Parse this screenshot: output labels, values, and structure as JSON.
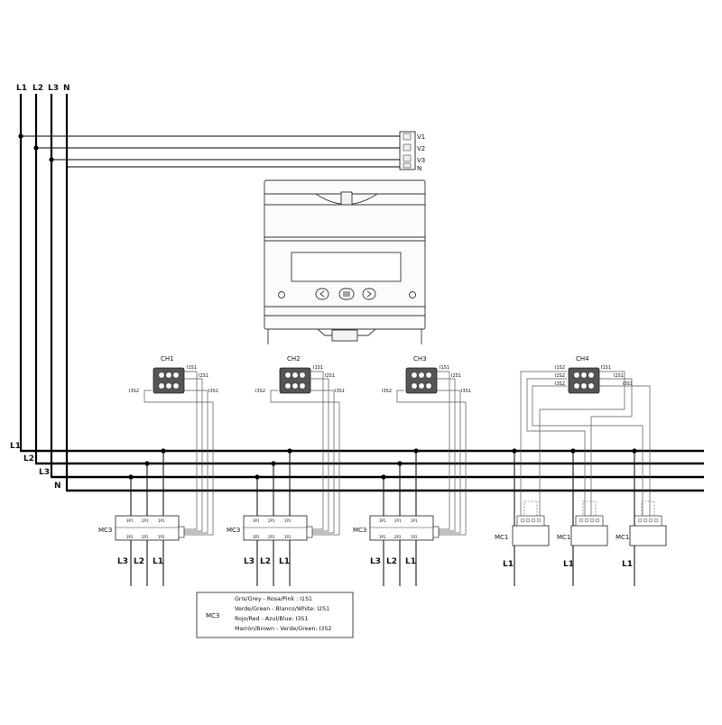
{
  "bus_labels_top": [
    "L1",
    "L2",
    "L3",
    "N"
  ],
  "bus_labels_left": [
    "L1",
    "L2",
    "L3",
    "N"
  ],
  "voltage_terminals": [
    "V1",
    "V2",
    "V3",
    "N"
  ],
  "channels": {
    "ch1": {
      "title": "CH1",
      "i1s1": "I1S1",
      "i2s1": "I2S1",
      "i3s1": "I3S1",
      "i3s2": "I3S2"
    },
    "ch2": {
      "title": "CH2",
      "i1s1": "I1S1",
      "i2s1": "I2S1",
      "i3s1": "I3S1",
      "i3s2": "I3S2"
    },
    "ch3": {
      "title": "CH3",
      "i1s1": "I1S1",
      "i2s1": "I2S1",
      "i3s1": "I3S1",
      "i3s2": "I3S2"
    },
    "ch4": {
      "title": "CH4",
      "i1s2": "I1S2",
      "i2s2": "I2S2",
      "i3s2": "I3S2",
      "i1s1": "I1S1",
      "i2s1": "I2S1",
      "i3s1": "I3S1"
    }
  },
  "mc3": {
    "label": "MC3",
    "top_pins": [
      "3P1",
      "2P1",
      "1P1"
    ],
    "bottom_pins": [
      "3P2",
      "2P2",
      "1P2"
    ],
    "phases": [
      "L3",
      "L2",
      "L1"
    ]
  },
  "mc1": {
    "label": "MC1",
    "phase": "L1"
  },
  "legend": {
    "label": "MC3",
    "lines": [
      "Gris/Grey - Rosa/Pink : I1S1",
      "Verde/Green - Blanco/White: I2S1",
      "Rojo/Red - Azul/Blue: I3S1",
      "Marrón/Brown - Verde/Green: I3S2"
    ]
  }
}
